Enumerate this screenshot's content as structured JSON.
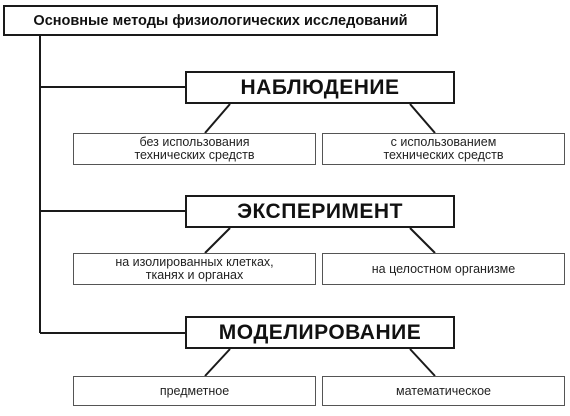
{
  "title": "Основные методы физиологических исследований",
  "methods": [
    {
      "label": "НАБЛЮДЕНИЕ",
      "sub": [
        "без использования\nтехнических средств",
        "с использованием\nтехнических средств"
      ]
    },
    {
      "label": "ЭКСПЕРИМЕНТ",
      "sub": [
        "на изолированных клетках,\nтканях и органах",
        "на целостном организме"
      ]
    },
    {
      "label": "МОДЕЛИРОВАНИЕ",
      "sub": [
        "предметное",
        "математическое"
      ]
    }
  ],
  "colors": {
    "line": "#1a1a1a",
    "box_border": "#1a1a1a",
    "sub_border": "#555555"
  }
}
